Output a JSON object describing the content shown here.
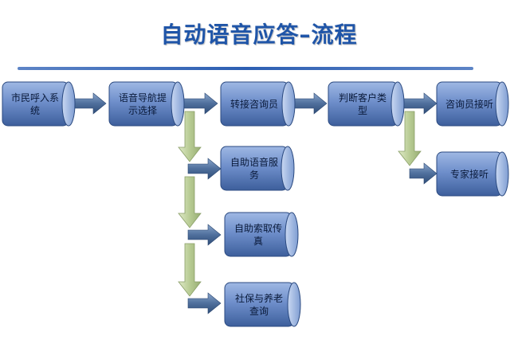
{
  "title": "自动语音应答–流程",
  "colors": {
    "title": "#1f55a8",
    "node_fill": "#6f8fc8",
    "node_top": "#a9c0e8",
    "arrow_horizontal": "#4f6f9c",
    "arrow_vertical": "#b8cc94"
  },
  "nodes": {
    "citizen_call": "市民呼入系统",
    "voice_navigation": "语音导航提示选择",
    "transfer_agent": "转接咨询员",
    "identify_customer": "判断客户类型",
    "agent_answer": "咨询员接听",
    "expert_answer": "专家接听",
    "self_voice_service": "自助语音服务",
    "self_fax": "自助索取传真",
    "social_pension_query": "社保与养老查询"
  }
}
